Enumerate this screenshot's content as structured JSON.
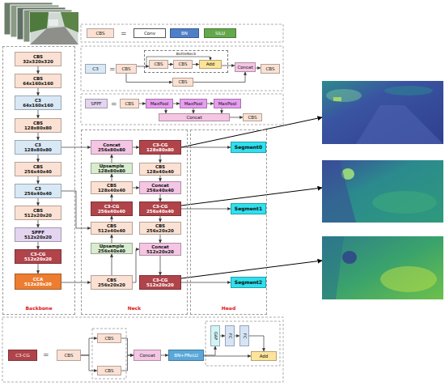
{
  "diagram": {
    "nodes": [
      {
        "text": [
          "Backbone"
        ]
      },
      {
        "text": [
          "CBS",
          "32x320x320"
        ],
        "in": 0
      },
      {
        "text": [
          "CBS",
          "64x160x160"
        ],
        "in": 0
      },
      {
        "text": [
          "C3",
          "64x160x160"
        ],
        "in": 0
      },
      {
        "text": [
          "CBS",
          "128x80x80"
        ],
        "in": 0
      },
      {
        "text": [
          "C3",
          "128x80x80"
        ],
        "in": 0
      },
      {
        "text": [
          "CBS",
          "256x40x40"
        ],
        "in": 0
      },
      {
        "text": [
          "C3",
          "256x40x40"
        ],
        "in": 0
      },
      {
        "text": [
          "CBS",
          "512x20x20"
        ],
        "in": 0
      },
      {
        "text": [
          "SPPF",
          "512x20x20"
        ],
        "in": 0
      },
      {
        "text": [
          "C3-CG",
          "512x20x20"
        ],
        "in": 0
      },
      {
        "text": [
          "CCA",
          "512x20x20"
        ],
        "in": 0
      },
      {
        "text": [
          "Neck"
        ]
      },
      {
        "text": [
          "Concat",
          "256x80x80"
        ],
        "in": 12
      },
      {
        "text": [
          "C3-CG",
          "128x80x80"
        ],
        "in": 12
      },
      {
        "text": [
          "Upsample",
          "128x80x80"
        ],
        "in": 12
      },
      {
        "text": [
          "CBS",
          "128x40x40"
        ],
        "in": 12
      },
      {
        "text": [
          "CBS",
          "128x40x40"
        ],
        "in": 12
      },
      {
        "text": [
          "Concat",
          "256x40x40"
        ],
        "in": 12
      },
      {
        "text": [
          "C3-CG",
          "256x40x40"
        ],
        "in": 12
      },
      {
        "text": [
          "C3-CG",
          "256x40x40"
        ],
        "in": 12
      },
      {
        "text": [
          "CBS",
          "512x40x40"
        ],
        "in": 12
      },
      {
        "text": [
          "CBS",
          "256x20x20"
        ],
        "in": 12
      },
      {
        "text": [
          "Upsample",
          "256x40x40"
        ],
        "in": 12
      },
      {
        "text": [
          "Concat",
          "512x20x20"
        ],
        "in": 12
      },
      {
        "text": [
          "CBS",
          "256x20x20"
        ],
        "in": 12
      },
      {
        "text": [
          "C3-CG",
          "512x20x20"
        ],
        "in": 12
      },
      {
        "text": [
          "Head"
        ]
      },
      {
        "text": [
          "Segment0"
        ],
        "in": 27
      },
      {
        "text": [
          "Segment1"
        ],
        "in": 27
      },
      {
        "text": [
          "Segment2"
        ],
        "in": 27
      },
      {
        "text": [
          "CBS"
        ]
      },
      {
        "text": [
          "Conv"
        ]
      },
      {
        "text": [
          "BN"
        ]
      },
      {
        "text": [
          "SiLU"
        ]
      },
      {
        "text": [
          "C3"
        ]
      },
      {
        "text": [
          "CBS"
        ]
      },
      {
        "text": [
          "BottleNeck"
        ]
      },
      {
        "text": [
          "CBS"
        ],
        "in": 37
      },
      {
        "text": [
          "CBS"
        ],
        "in": 37
      },
      {
        "text": [
          "Add"
        ],
        "in": 37
      },
      {
        "text": [
          "Concat"
        ]
      },
      {
        "text": [
          "CBS"
        ]
      },
      {
        "text": [
          "CBS"
        ]
      },
      {
        "text": [
          "SPPF"
        ]
      },
      {
        "text": [
          "CBS"
        ]
      },
      {
        "text": [
          "MaxPool"
        ]
      },
      {
        "text": [
          "MaxPool"
        ]
      },
      {
        "text": [
          "MaxPool"
        ]
      },
      {
        "text": [
          "Concat"
        ]
      },
      {
        "text": [
          "CBS"
        ]
      },
      {
        "text": [
          "C3-CG"
        ]
      },
      {
        "text": [
          "CBS"
        ]
      },
      {
        "text": [
          "CBS"
        ]
      },
      {
        "text": [
          "CBS"
        ]
      },
      {
        "text": [
          "Concat"
        ]
      },
      {
        "text": [
          "BN+PReLU"
        ]
      },
      {
        "text": [
          "GAP"
        ]
      },
      {
        "text": [
          "FC"
        ]
      },
      {
        "text": [
          "FC"
        ]
      },
      {
        "text": [
          "Add"
        ]
      }
    ],
    "edges": [
      {
        "from": 1,
        "to": 2,
        "arrow": "to"
      },
      {
        "from": 2,
        "to": 3,
        "arrow": "to"
      },
      {
        "from": 3,
        "to": 4,
        "arrow": "to"
      },
      {
        "from": 4,
        "to": 5,
        "arrow": "to"
      },
      {
        "from": 5,
        "to": 6,
        "arrow": "to"
      },
      {
        "from": 6,
        "to": 7,
        "arrow": "to"
      },
      {
        "from": 7,
        "to": 8,
        "arrow": "to"
      },
      {
        "from": 8,
        "to": 9,
        "arrow": "to"
      },
      {
        "from": 9,
        "to": 10,
        "arrow": "to"
      },
      {
        "from": 10,
        "to": 11,
        "arrow": "to"
      },
      {
        "from": 11,
        "to": 25,
        "arrow": "to"
      },
      {
        "from": 25,
        "to": 23,
        "arrow": "to"
      },
      {
        "from": 23,
        "to": 21,
        "arrow": "to"
      },
      {
        "from": 7,
        "to": 21,
        "arrow": "to"
      },
      {
        "from": 21,
        "to": 19,
        "arrow": "to"
      },
      {
        "from": 19,
        "to": 17,
        "arrow": "to"
      },
      {
        "from": 17,
        "to": 15,
        "arrow": "to"
      },
      {
        "from": 15,
        "to": 13,
        "arrow": "to"
      },
      {
        "from": 5,
        "to": 13,
        "arrow": "to"
      },
      {
        "from": 13,
        "to": 14,
        "arrow": "to"
      },
      {
        "from": 14,
        "to": 16,
        "arrow": "to"
      },
      {
        "from": 16,
        "to": 18,
        "arrow": "to"
      },
      {
        "from": 17,
        "to": 18,
        "arrow": "to"
      },
      {
        "from": 18,
        "to": 20,
        "arrow": "to"
      },
      {
        "from": 20,
        "to": 22,
        "arrow": "to"
      },
      {
        "from": 22,
        "to": 24,
        "arrow": "to"
      },
      {
        "from": 25,
        "to": 24,
        "arrow": "to"
      },
      {
        "from": 24,
        "to": 26,
        "arrow": "to"
      },
      {
        "from": 14,
        "to": 28,
        "arrow": "to"
      },
      {
        "from": 20,
        "to": 29,
        "arrow": "to"
      },
      {
        "from": 26,
        "to": 30,
        "arrow": "to"
      },
      {
        "from": 36,
        "to": 38,
        "arrow": "to"
      },
      {
        "from": 38,
        "to": 39,
        "arrow": "to"
      },
      {
        "from": 39,
        "to": 40,
        "arrow": "to"
      },
      {
        "from": 40,
        "to": 41,
        "arrow": "to"
      },
      {
        "from": 36,
        "to": 43,
        "arrow": "to"
      },
      {
        "from": 43,
        "to": 41,
        "arrow": "to"
      },
      {
        "from": 41,
        "to": 42,
        "arrow": "to"
      },
      {
        "from": 45,
        "to": 46,
        "arrow": "to"
      },
      {
        "from": 46,
        "to": 47,
        "arrow": "to"
      },
      {
        "from": 47,
        "to": 48,
        "arrow": "to"
      },
      {
        "from": 46,
        "to": 49,
        "arrow": "to"
      },
      {
        "from": 47,
        "to": 49,
        "arrow": "to"
      },
      {
        "from": 48,
        "to": 49,
        "arrow": "to"
      },
      {
        "from": 49,
        "to": 50,
        "arrow": "to"
      },
      {
        "from": 52,
        "to": 53,
        "arrow": "to"
      },
      {
        "from": 52,
        "to": 54,
        "arrow": "to"
      },
      {
        "from": 53,
        "to": 55,
        "arrow": "to"
      },
      {
        "from": 54,
        "to": 55,
        "arrow": "to"
      },
      {
        "from": 55,
        "to": 56,
        "arrow": "to"
      },
      {
        "from": 56,
        "to": 57,
        "arrow": "to"
      },
      {
        "from": 57,
        "to": 58,
        "arrow": "to"
      },
      {
        "from": 58,
        "to": 59,
        "arrow": "to"
      },
      {
        "from": 59,
        "to": 60,
        "arrow": "to"
      },
      {
        "from": 56,
        "to": 60,
        "arrow": "to"
      }
    ],
    "labels": [
      "=",
      "=",
      "=",
      "="
    ]
  }
}
